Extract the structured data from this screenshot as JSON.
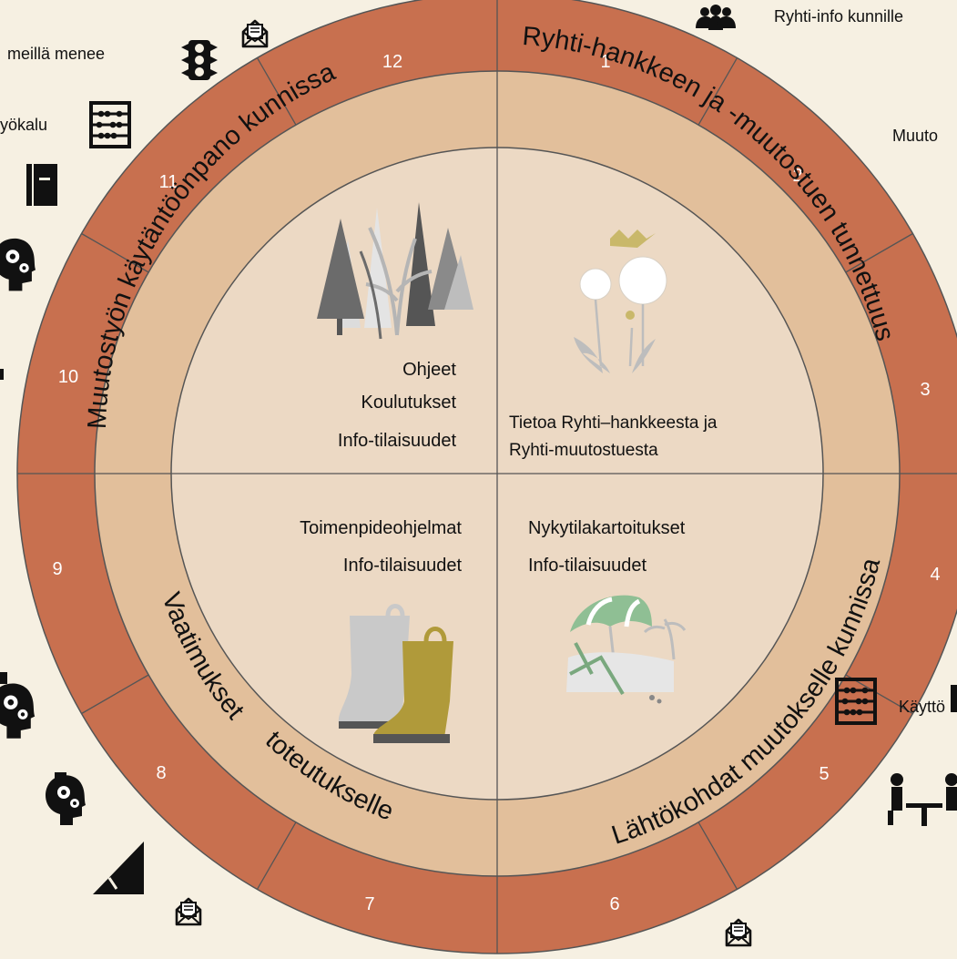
{
  "colors": {
    "background": "#f6f0e2",
    "outer_ring": "#c8704f",
    "middle_ring": "#e2bf9b",
    "inner_disc": "#ecd9c4",
    "line": "#444444",
    "boot_olive": "#b09a3a",
    "boot_grey": "#c9c9c9"
  },
  "months": [
    "1",
    "2",
    "3",
    "4",
    "5",
    "6",
    "7",
    "8",
    "9",
    "10",
    "11",
    "12"
  ],
  "quadrant_titles": {
    "top_right": "Ryhti-hankkeen ja -muutostuen tunnettuus",
    "bottom_right": "Lähtökohdat muutokselle kunnissa",
    "bottom_left_part1": "Vaatimukset",
    "bottom_left_part2": "toteutukselle",
    "top_left": "Muutostyön käytäntöönpano kunnissa"
  },
  "quadrant_items": {
    "top_left": [
      "Ohjeet",
      "Koulutukset",
      "Info-tilaisuudet"
    ],
    "top_right": [
      "Tietoa Ryhti–hankkeesta ja",
      "Ryhti-muutostuesta"
    ],
    "bottom_left": [
      "Toimenpideohjelmat",
      "Info-tilaisuudet"
    ],
    "bottom_right": [
      "Nykytilakartoitukset",
      "Info-tilaisuudet"
    ]
  },
  "side_labels": {
    "top_left_1": "meillä menee",
    "top_left_2": "yökalu",
    "top_right_1": "Ryhti-info kunnille",
    "right_1": "Muuto",
    "bottom_right_1": "Käyttö"
  },
  "icons": {
    "envelope": "envelope-icon",
    "traffic_light": "traffic-light-icon",
    "abacus": "abacus-icon",
    "book": "book-icon",
    "group": "group-icon",
    "head_gears": "head-gears-icon",
    "meeting": "meeting-icon",
    "climber": "climber-icon"
  }
}
